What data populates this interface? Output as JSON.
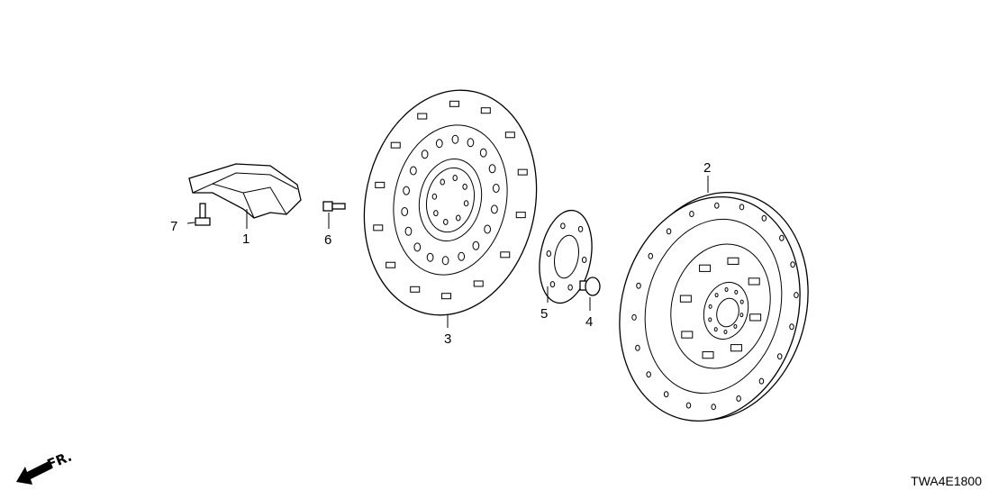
{
  "diagram": {
    "callouts": [
      {
        "number": "1",
        "part": "cover"
      },
      {
        "number": "2",
        "part": "clutch-disc-assembly"
      },
      {
        "number": "3",
        "part": "drive-plate"
      },
      {
        "number": "4",
        "part": "bolt"
      },
      {
        "number": "5",
        "part": "washer-plate"
      },
      {
        "number": "6",
        "part": "bolt"
      },
      {
        "number": "7",
        "part": "bolt"
      }
    ],
    "direction_label": "FR.",
    "diagram_code": "TWA4E1800"
  }
}
